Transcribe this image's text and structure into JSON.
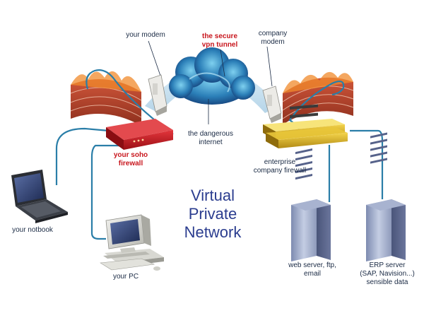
{
  "title": {
    "line1": "Virtual",
    "line2": "Private",
    "line3": "Network"
  },
  "labels": {
    "your_modem": "your modem",
    "vpn_tunnel_line1": "the secure",
    "vpn_tunnel_line2": "vpn tunnel",
    "company_modem_line1": "company",
    "company_modem_line2": "modem",
    "internet_line1": "the dangerous",
    "internet_line2": "internet",
    "soho_firewall_line1": "your soho",
    "soho_firewall_line2": "firewall",
    "enterprise_firewall_line1": "enterprise",
    "enterprise_firewall_line2": "company firewall",
    "notebook": "your notbook",
    "pc": "your PC",
    "web_server_line1": "web server, ftp,",
    "web_server_line2": "email",
    "erp_server_line1": "ERP server",
    "erp_server_line2": "(SAP, Navision...)",
    "erp_server_line3": "sensible data"
  },
  "colors": {
    "accent_red": "#c8161d",
    "title_blue": "#2b3d8f",
    "cable_blue": "#2a7ea8",
    "brick": "#b1442c"
  }
}
